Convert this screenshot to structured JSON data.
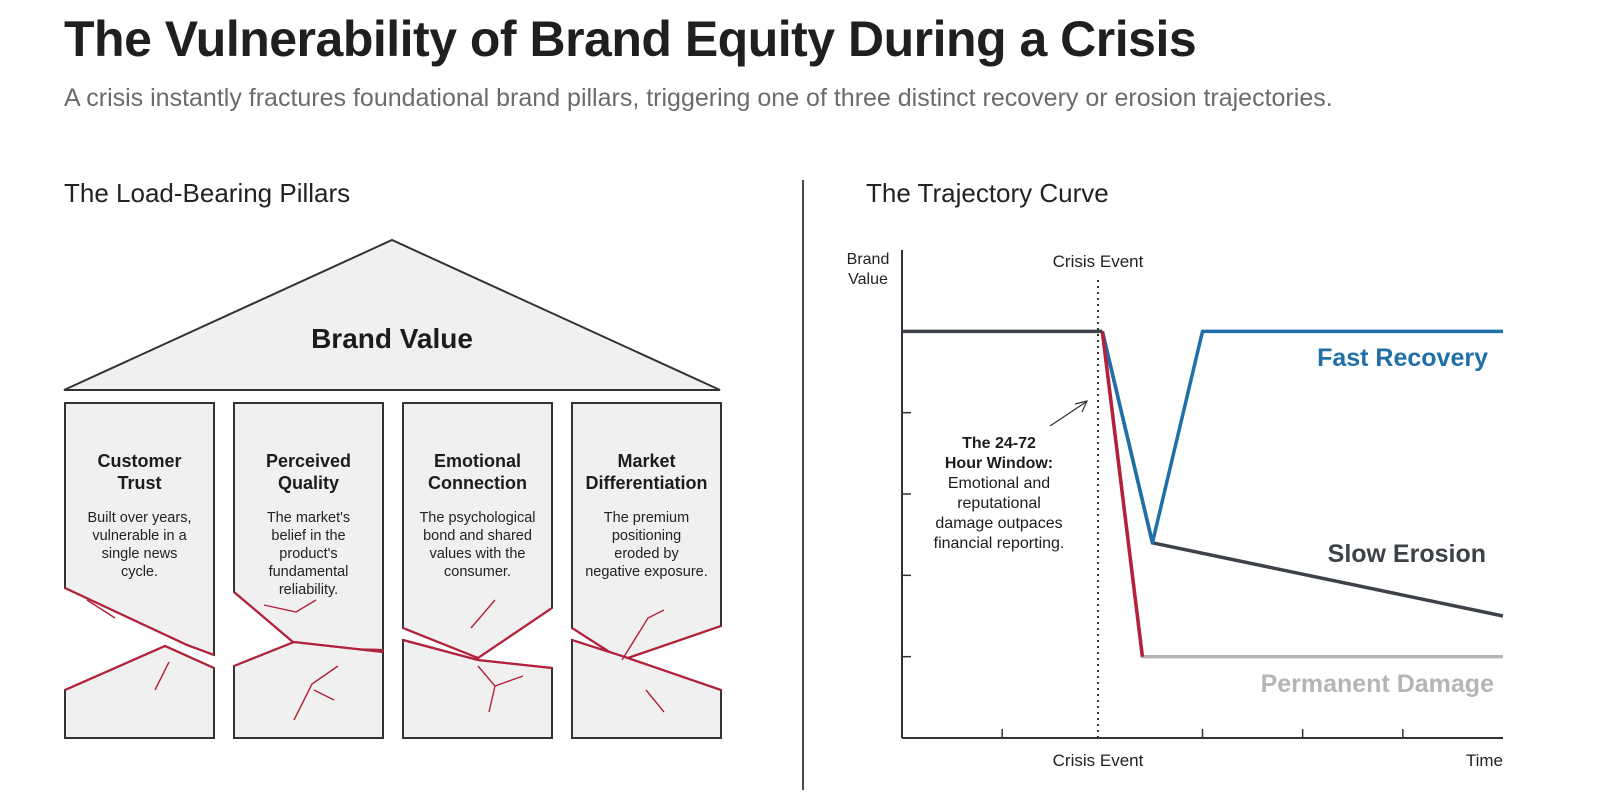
{
  "title": "The Vulnerability of Brand Equity During a Crisis",
  "subtitle": "A crisis instantly fractures foundational brand pillars, triggering one of three distinct recovery or erosion trajectories.",
  "left_panel": {
    "heading": "The Load-Bearing Pillars",
    "roof_label": "Brand Value",
    "pillars": [
      {
        "title": [
          "Customer",
          "Trust"
        ],
        "description": [
          "Built over years,",
          "vulnerable in a",
          "single news",
          "cycle."
        ]
      },
      {
        "title": [
          "Perceived",
          "Quality"
        ],
        "description": [
          "The market's",
          "belief in the",
          "product's",
          "fundamental",
          "reliability."
        ]
      },
      {
        "title": [
          "Emotional",
          "Connection"
        ],
        "description": [
          "The psychological",
          "bond and shared",
          "values with the",
          "consumer."
        ]
      },
      {
        "title": [
          "Market",
          "Differentiation"
        ],
        "description": [
          "The premium",
          "positioning",
          "eroded by",
          "negative exposure."
        ]
      }
    ]
  },
  "right_panel": {
    "heading": "The Trajectory Curve",
    "y_axis_label": [
      "Brand",
      "Value"
    ],
    "x_axis_label": "Time",
    "crisis_event_top_label": "Crisis Event",
    "crisis_event_bottom_label": "Crisis Event",
    "annotation": {
      "title": [
        "The 24-72",
        "Hour Window:"
      ],
      "body": [
        "Emotional and",
        "reputational",
        "damage outpaces",
        "financial reporting."
      ]
    },
    "series_labels": {
      "fast": "Fast Recovery",
      "slow": "Slow Erosion",
      "permanent": "Permanent Damage"
    }
  },
  "colors": {
    "fast": "#1f6fa8",
    "slow": "#3d4248",
    "permanent": "#b5b5b5",
    "crack": "#b5213b",
    "structure": "#333333",
    "fill": "#f0f0f0"
  },
  "chart_data": {
    "type": "line",
    "title": "The Trajectory Curve",
    "xlabel": "Time",
    "ylabel": "Brand Value",
    "x_annotation": "Crisis Event",
    "series": [
      {
        "name": "Fast Recovery",
        "x": [
          0,
          2,
          2.5,
          3,
          6
        ],
        "y": [
          5,
          5,
          2.4,
          5,
          5
        ]
      },
      {
        "name": "Slow Erosion",
        "x": [
          0,
          2,
          2.5,
          6
        ],
        "y": [
          5,
          5,
          2.4,
          1.5
        ]
      },
      {
        "name": "Permanent Damage",
        "x": [
          0,
          2,
          2.4,
          6
        ],
        "y": [
          5,
          5,
          1,
          1
        ]
      }
    ],
    "xlim": [
      0,
      6
    ],
    "ylim": [
      0,
      6
    ],
    "grid": false
  }
}
